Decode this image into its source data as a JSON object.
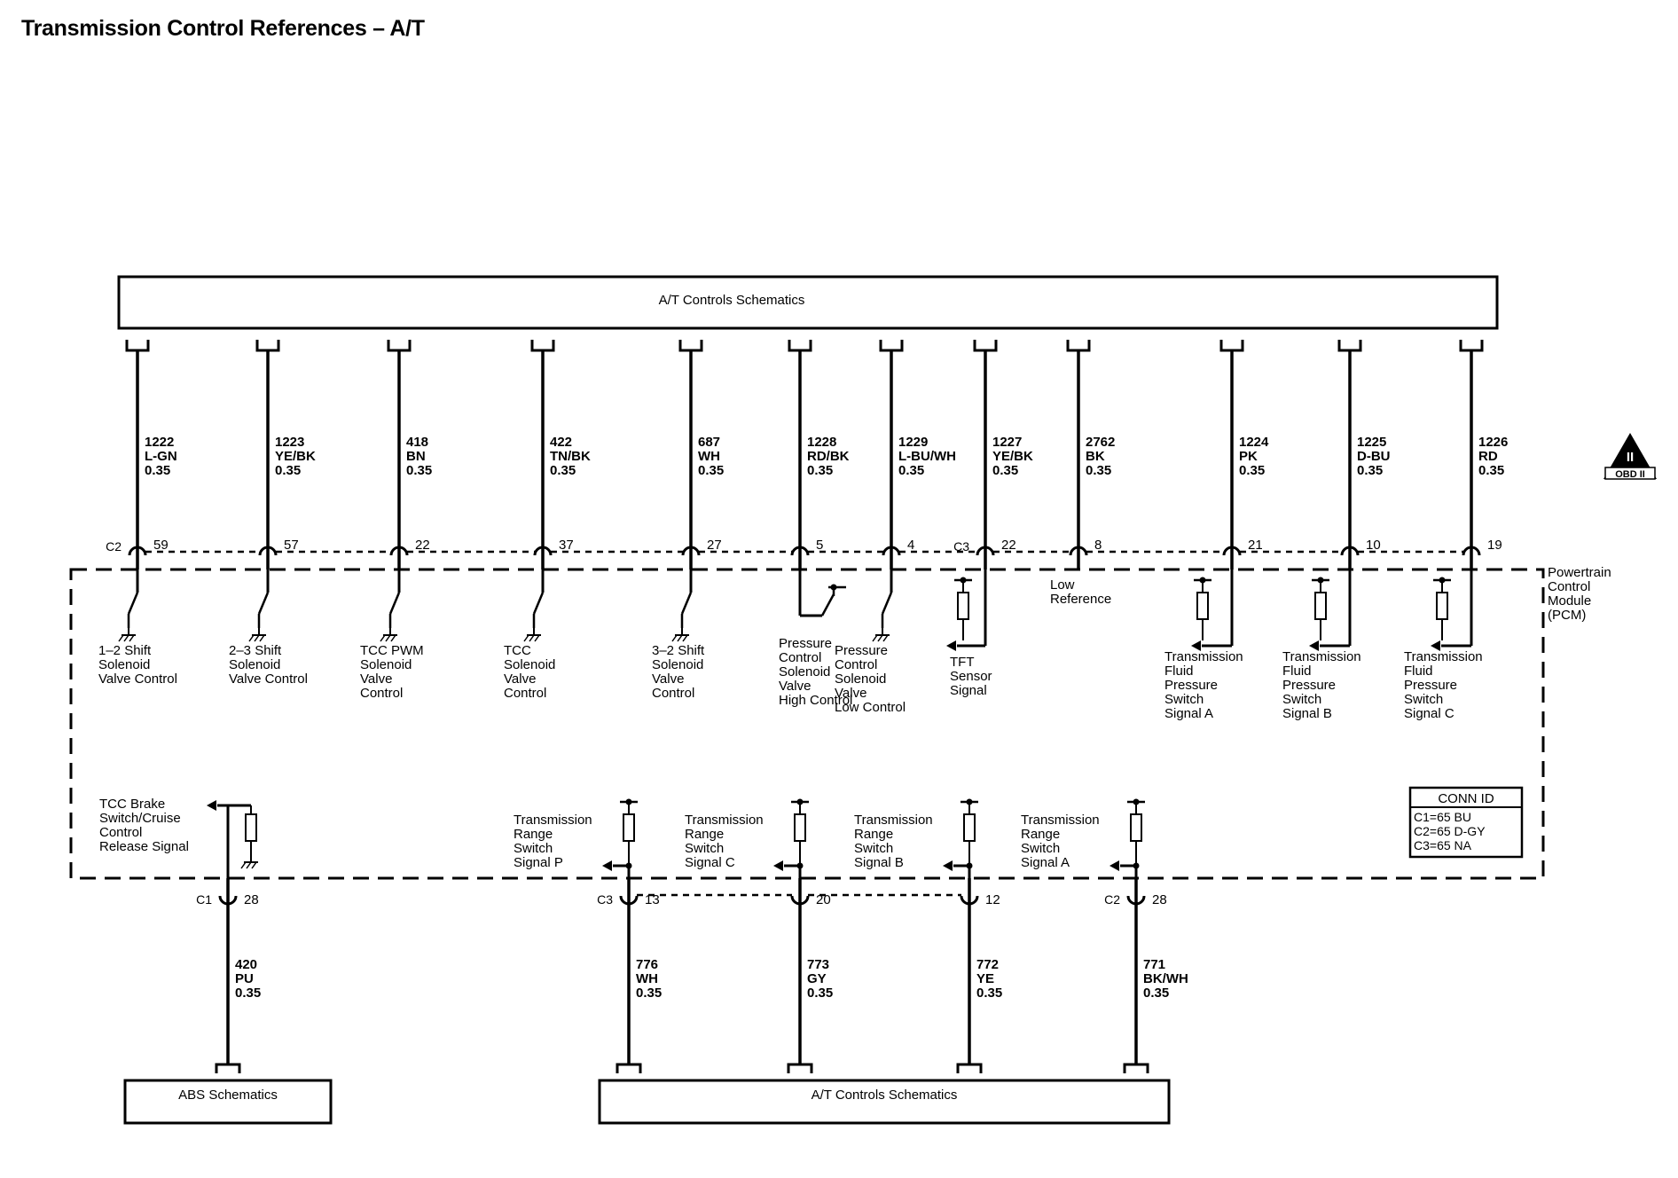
{
  "title": "Transmission Control References – A/T",
  "top_box": {
    "label": "A/T Controls Schematics"
  },
  "pcm_label": [
    "Powertrain",
    "Control",
    "Module",
    "(PCM)"
  ],
  "obd": {
    "top": "II",
    "bottom": "OBD II"
  },
  "top_wires": [
    {
      "connector": "C2",
      "pin": "59",
      "circuit": "1222",
      "color": "L-GN",
      "size": "0.35",
      "label": [
        "1–2 Shift",
        "Solenoid",
        "Valve Control"
      ],
      "type": "switch"
    },
    {
      "connector": "",
      "pin": "57",
      "circuit": "1223",
      "color": "YE/BK",
      "size": "0.35",
      "label": [
        "2–3 Shift",
        "Solenoid",
        "Valve Control"
      ],
      "type": "switch"
    },
    {
      "connector": "",
      "pin": "22",
      "circuit": "418",
      "color": "BN",
      "size": "0.35",
      "label": [
        "TCC PWM",
        "Solenoid",
        "Valve",
        "Control"
      ],
      "type": "switch"
    },
    {
      "connector": "",
      "pin": "37",
      "circuit": "422",
      "color": "TN/BK",
      "size": "0.35",
      "label": [
        "TCC",
        "Solenoid",
        "Valve",
        "Control"
      ],
      "type": "switch"
    },
    {
      "connector": "",
      "pin": "27",
      "circuit": "687",
      "color": "WH",
      "size": "0.35",
      "label": [
        "3–2 Shift",
        "Solenoid",
        "Valve",
        "Control"
      ],
      "type": "switch"
    },
    {
      "connector": "",
      "pin": "5",
      "circuit": "1228",
      "color": "RD/BK",
      "size": "0.35",
      "label": [
        "Pressure",
        "Control",
        "Solenoid",
        "Valve",
        "High Control"
      ],
      "type": "highside"
    },
    {
      "connector": "",
      "pin": "4",
      "circuit": "1229",
      "color": "L-BU/WH",
      "size": "0.35",
      "label": [
        "Pressure",
        "Control",
        "Solenoid",
        "Valve",
        "Low Control"
      ],
      "type": "switch"
    },
    {
      "connector": "C3",
      "pin": "22",
      "circuit": "1227",
      "color": "YE/BK",
      "size": "0.35",
      "label": [
        "TFT",
        "Sensor",
        "Signal"
      ],
      "type": "sensor"
    },
    {
      "connector": "",
      "pin": "8",
      "circuit": "2762",
      "color": "BK",
      "size": "0.35",
      "label": [
        "Low",
        "Reference"
      ],
      "type": "plain"
    },
    {
      "connector": "",
      "pin": "21",
      "circuit": "1224",
      "color": "PK",
      "size": "0.35",
      "label": [
        "Transmission",
        "Fluid",
        "Pressure",
        "Switch",
        "Signal A"
      ],
      "type": "pullup"
    },
    {
      "connector": "",
      "pin": "10",
      "circuit": "1225",
      "color": "D-BU",
      "size": "0.35",
      "label": [
        "Transmission",
        "Fluid",
        "Pressure",
        "Switch",
        "Signal B"
      ],
      "type": "pullup"
    },
    {
      "connector": "",
      "pin": "19",
      "circuit": "1226",
      "color": "RD",
      "size": "0.35",
      "label": [
        "Transmission",
        "Fluid",
        "Pressure",
        "Switch",
        "Signal C"
      ],
      "type": "pullup"
    }
  ],
  "bottom_wires": [
    {
      "connector": "C1",
      "pin": "28",
      "circuit": "420",
      "color": "PU",
      "size": "0.35",
      "label": [
        "TCC Brake",
        "Switch/Cruise",
        "Control",
        "Release Signal"
      ],
      "type": "pulldown"
    },
    {
      "connector": "C3",
      "pin": "13",
      "circuit": "776",
      "color": "WH",
      "size": "0.35",
      "label": [
        "Transmission",
        "Range",
        "Switch",
        "Signal P"
      ],
      "type": "pullup"
    },
    {
      "connector": "",
      "pin": "20",
      "circuit": "773",
      "color": "GY",
      "size": "0.35",
      "label": [
        "Transmission",
        "Range",
        "Switch",
        "Signal C"
      ],
      "type": "pullup"
    },
    {
      "connector": "",
      "pin": "12",
      "circuit": "772",
      "color": "YE",
      "size": "0.35",
      "label": [
        "Transmission",
        "Range",
        "Switch",
        "Signal B"
      ],
      "type": "pullup"
    },
    {
      "connector": "C2",
      "pin": "28",
      "circuit": "771",
      "color": "BK/WH",
      "size": "0.35",
      "label": [
        "Transmission",
        "Range",
        "Switch",
        "Signal A"
      ],
      "type": "pullup"
    }
  ],
  "bottom_boxes": [
    {
      "label": "ABS Schematics"
    },
    {
      "label": "A/T Controls Schematics"
    }
  ],
  "conn_id": {
    "title": "CONN ID",
    "rows": [
      "C1=65 BU",
      "C2=65 D-GY",
      "C3=65 NA"
    ]
  }
}
